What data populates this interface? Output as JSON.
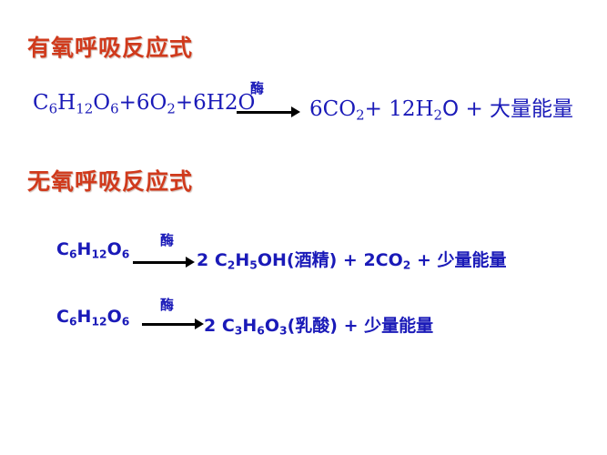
{
  "aerobic": {
    "title": "有氧呼吸反应式",
    "reactants": [
      "C",
      "6",
      "H",
      "12",
      "O",
      "6",
      "+6O",
      "2",
      "+6H2O"
    ],
    "catalyst": "酶",
    "products": [
      "6CO",
      "2",
      "+ 12H",
      "2",
      "O + 大量能量"
    ]
  },
  "anaerobic": {
    "title": "无氧呼吸反应式",
    "alcohol": {
      "reactant": [
        "C",
        "6",
        "H",
        "12",
        "O",
        "6"
      ],
      "catalyst": "酶",
      "products": [
        "2 C",
        "2",
        "H",
        "5",
        "OH(酒精) + 2CO",
        "2",
        " + 少量能量"
      ]
    },
    "lactic": {
      "reactant": [
        "C",
        "6",
        "H",
        "12",
        "O",
        "6"
      ],
      "catalyst": "酶",
      "products": [
        "2 C",
        "3",
        "H",
        "6",
        "O",
        "3",
        "(乳酸)  + 少量能量"
      ]
    }
  },
  "colors": {
    "title": "#d03a1c",
    "equation": "#1a1ab8",
    "arrow": "#000000"
  }
}
